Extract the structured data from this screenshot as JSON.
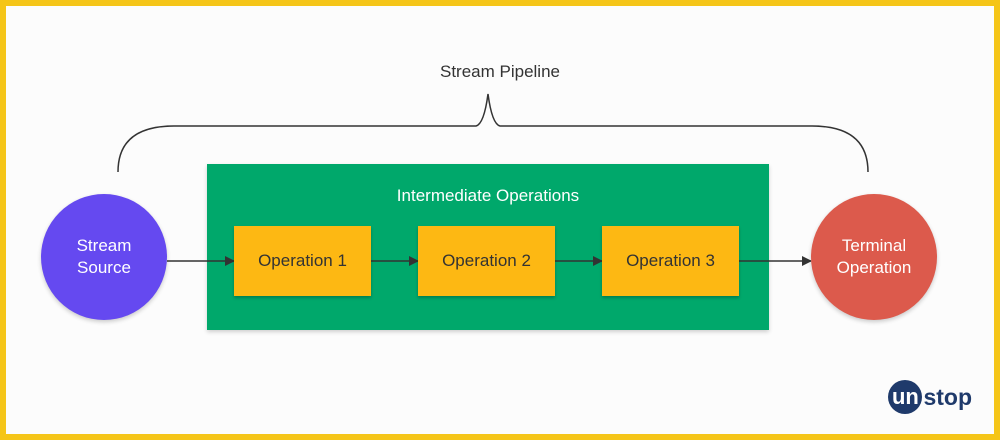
{
  "pipeline_title": "Stream Pipeline",
  "source_label": "Stream\nSource",
  "intermediate_title": "Intermediate Operations",
  "operations": [
    "Operation 1",
    "Operation 2",
    "Operation 3"
  ],
  "terminal_label": "Terminal\nOperation",
  "logo": {
    "badge": "un",
    "text": "stop"
  },
  "colors": {
    "frame": "#f5c518",
    "source": "#6549f0",
    "intermediate": "#00a86b",
    "operation": "#fdb813",
    "terminal": "#dc5a4c",
    "logo": "#1f3a6b"
  }
}
